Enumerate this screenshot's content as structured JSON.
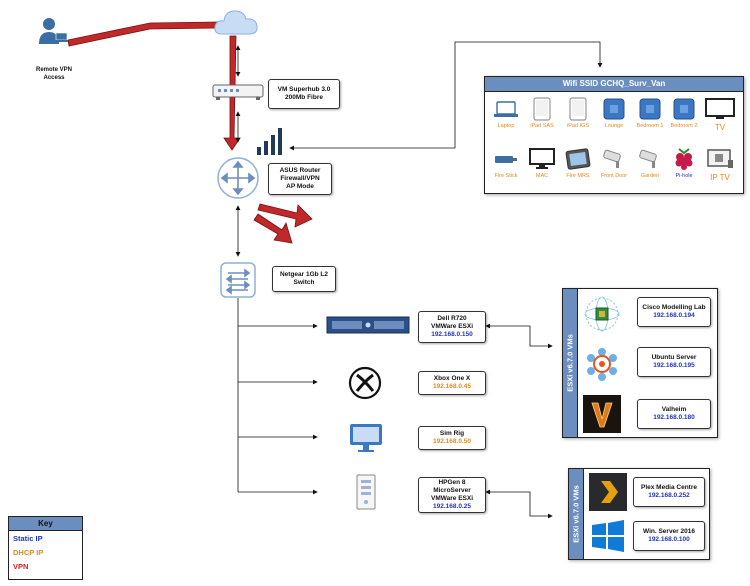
{
  "remote": {
    "line1": "Remote VPN",
    "line2": "Access"
  },
  "superhub": {
    "line1": "VM Superhub 3.0",
    "line2": "200Mb Fibre"
  },
  "router": {
    "line1": "ASUS Router",
    "line2": "Firewall/VPN",
    "line3": "AP Mode"
  },
  "switch": {
    "line1": "Netgear 1Gb L2",
    "line2": "Switch"
  },
  "dell": {
    "line1": "Dell R720",
    "line2": "VMWare ESXi",
    "ip": "192.168.0.150"
  },
  "xbox": {
    "line1": "Xbox One X",
    "ip": "192.168.0.45"
  },
  "simrig": {
    "line1": "Sim Rig",
    "ip": "192.168.0.50"
  },
  "hpgen": {
    "line1": "HPGen 8",
    "line2": "MicroServer",
    "line3": "VMWare ESXi",
    "ip": "192.168.0.25"
  },
  "wifi": {
    "title": "Wifi SSID GCHQ_Surv_Van",
    "devices": [
      "Laptop",
      "iPad SAS",
      "iPad IGS",
      "Lounge",
      "Bedroom 1",
      "Bedroom 2",
      "TV",
      "Fire Stick",
      "MAC",
      "Fire MRS",
      "Front Door",
      "Garden",
      "Pi-hole",
      "IP TV"
    ]
  },
  "esxi1": {
    "title": "ESXi v6.7.0 VMs",
    "vms": [
      {
        "name": "Cisco Modelling Lab",
        "ip": "192.168.0.194"
      },
      {
        "name": "Ubuntu Server",
        "ip": "192.168.0.195"
      },
      {
        "name": "Valheim",
        "ip": "192.168.0.180"
      }
    ]
  },
  "esxi2": {
    "title": "ESXi v6.7.0 VMs",
    "vms": [
      {
        "name": "Plex Media Centre",
        "ip": "192.168.0.252"
      },
      {
        "name": "Win. Server 2016",
        "ip": "192.168.0.100"
      }
    ]
  },
  "key": {
    "title": "Key",
    "static": "Static IP",
    "dhcp": "DHCP IP",
    "vpn": "VPN"
  },
  "colors": {
    "accent": "#6c8ebf",
    "static": "#2233bb",
    "dhcp": "#e08a1a",
    "vpn": "#d21e1e",
    "vpn_arrow": "#c0282a"
  }
}
